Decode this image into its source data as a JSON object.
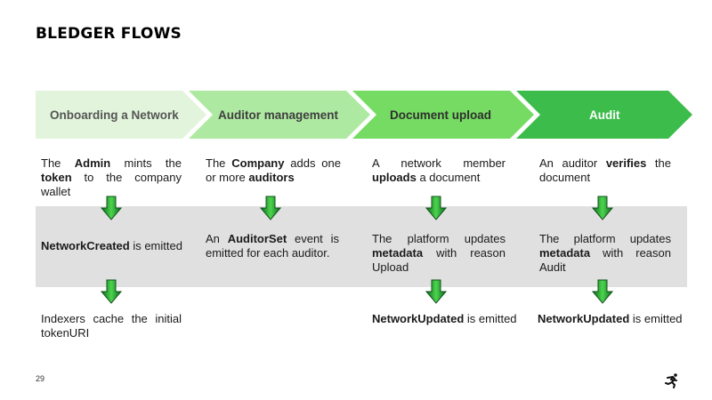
{
  "title": "BLEDGER FLOWS",
  "page_number": "29",
  "stages": [
    {
      "label": "Onboarding a Network",
      "fill": "#e2f5dc",
      "text_color": "#555555"
    },
    {
      "label": "Auditor management",
      "fill": "#aee9a1",
      "text_color": "#3f3f3f"
    },
    {
      "label": "Document upload",
      "fill": "#75db62",
      "text_color": "#2f2f2f"
    },
    {
      "label": "Audit",
      "fill": "#3cbc4a",
      "text_color": "#ffffff"
    }
  ],
  "columns": [
    {
      "row1": [
        {
          "t": "The ",
          "b": false
        },
        {
          "t": "Admin",
          "b": true
        },
        {
          "t": " mints the ",
          "b": false
        },
        {
          "t": "token",
          "b": true
        },
        {
          "t": " to the company wallet",
          "b": false
        }
      ],
      "row2": [
        {
          "t": "NetworkCreated",
          "b": true
        },
        {
          "t": " is emitted",
          "b": false
        }
      ],
      "row3": [
        {
          "t": "Indexers cache the initial tokenURI",
          "b": false
        }
      ]
    },
    {
      "row1": [
        {
          "t": "The ",
          "b": false
        },
        {
          "t": "Company",
          "b": true
        },
        {
          "t": " adds one or more ",
          "b": false
        },
        {
          "t": "auditors",
          "b": true
        }
      ],
      "row2": [
        {
          "t": "An ",
          "b": false
        },
        {
          "t": "AuditorSet",
          "b": true
        },
        {
          "t": " event is emitted for each auditor.",
          "b": false
        }
      ],
      "row3": []
    },
    {
      "row1": [
        {
          "t": "A network member ",
          "b": false
        },
        {
          "t": "uploads",
          "b": true
        },
        {
          "t": " a document",
          "b": false
        }
      ],
      "row2": [
        {
          "t": "The platform updates ",
          "b": false
        },
        {
          "t": "metadata",
          "b": true
        },
        {
          "t": " with reason Upload",
          "b": false
        }
      ],
      "row3": [
        {
          "t": "NetworkUpdated",
          "b": true
        },
        {
          "t": " is emitted",
          "b": false
        }
      ]
    },
    {
      "row1": [
        {
          "t": "An auditor ",
          "b": false
        },
        {
          "t": "verifies",
          "b": true
        },
        {
          "t": " the document",
          "b": false
        }
      ],
      "row2": [
        {
          "t": "The platform updates ",
          "b": false
        },
        {
          "t": "metadata",
          "b": true
        },
        {
          "t": " with reason Audit",
          "b": false
        }
      ],
      "row3": [
        {
          "t": "NetworkUpdated",
          "b": true
        },
        {
          "t": " is emitted",
          "b": false
        }
      ]
    }
  ],
  "colors": {
    "band": "#e0e0e0",
    "arrow_light": "#4cd44c",
    "arrow_dark": "#0a6b1e",
    "arrow_stroke": "#14501e"
  },
  "icons": {
    "down_arrow": "green-down-arrow-icon",
    "logo": "running-figure-logo-icon"
  }
}
